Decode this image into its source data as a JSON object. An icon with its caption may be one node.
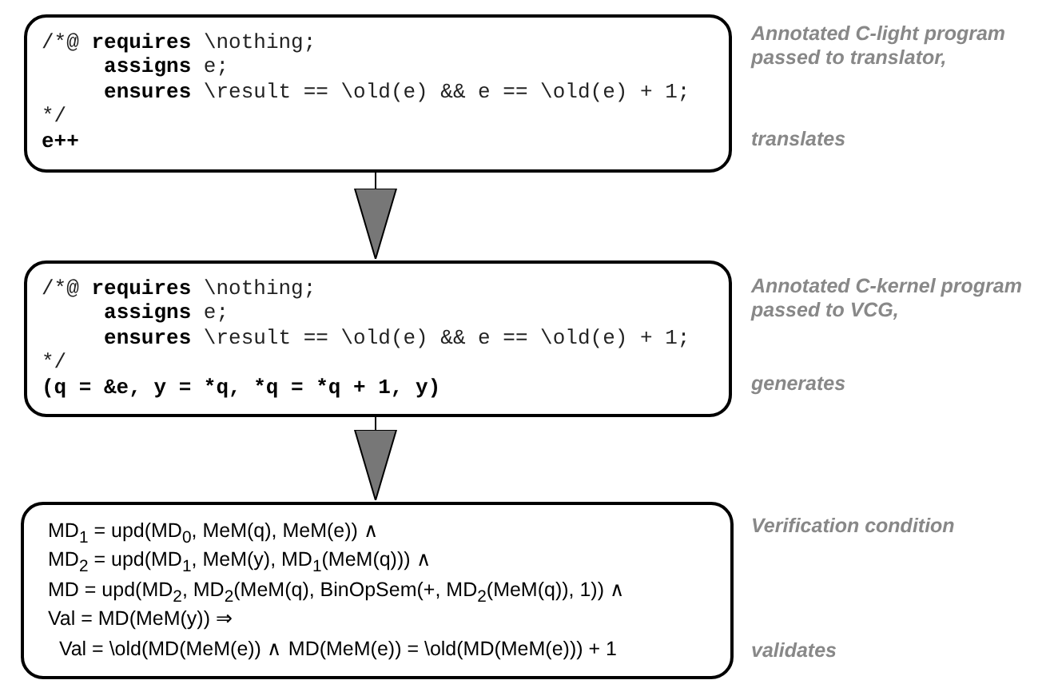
{
  "diagram": {
    "nodes": [
      {
        "text": [
          "/*@ **requires** \\nothing;",
          "     **assigns** e;",
          "     **ensures** \\result == \\old(e) && e == \\old(e) + 1;",
          "*/",
          "e++"
        ],
        "beside": [
          "Annotated C-light program passed to translator,",
          "translates"
        ]
      },
      {
        "text": [
          "/*@ **requires** \\nothing;",
          "     **assigns** e;",
          "     **ensures** \\result == \\old(e) && e == \\old(e) + 1;",
          "*/",
          "(q = &e, y = *q, *q = *q + 1, y)"
        ],
        "beside": [
          "Annotated C-kernel program passed to VCG,",
          "generates"
        ]
      },
      {
        "text": [
          "MD$_{1}$ = upd(MD$_{0}$, MeM(q), MeM(e)) ∧",
          "MD$_{2}$ = upd(MD$_{1}$, MeM(y), MD$_{1}$(MeM(q))) ∧",
          "MD = upd(MD$_{2}$, MD$_{2}$(MeM(q), BinOpSem(+, MD$_{2}$(MeM(q)), 1)) ∧",
          "Val = MD(MeM(y)) ⇒",
          "  Val = \\old(MD(MeM(e)) ∧ MD(MeM(e)) = \\old(MD(MeM(e))) + 1"
        ],
        "beside": [
          "Verification condition",
          "validates"
        ]
      }
    ],
    "edges": [
      {
        "from": 0,
        "to": 1,
        "arrow": "to"
      },
      {
        "from": 1,
        "to": 2,
        "arrow": "to"
      }
    ]
  }
}
